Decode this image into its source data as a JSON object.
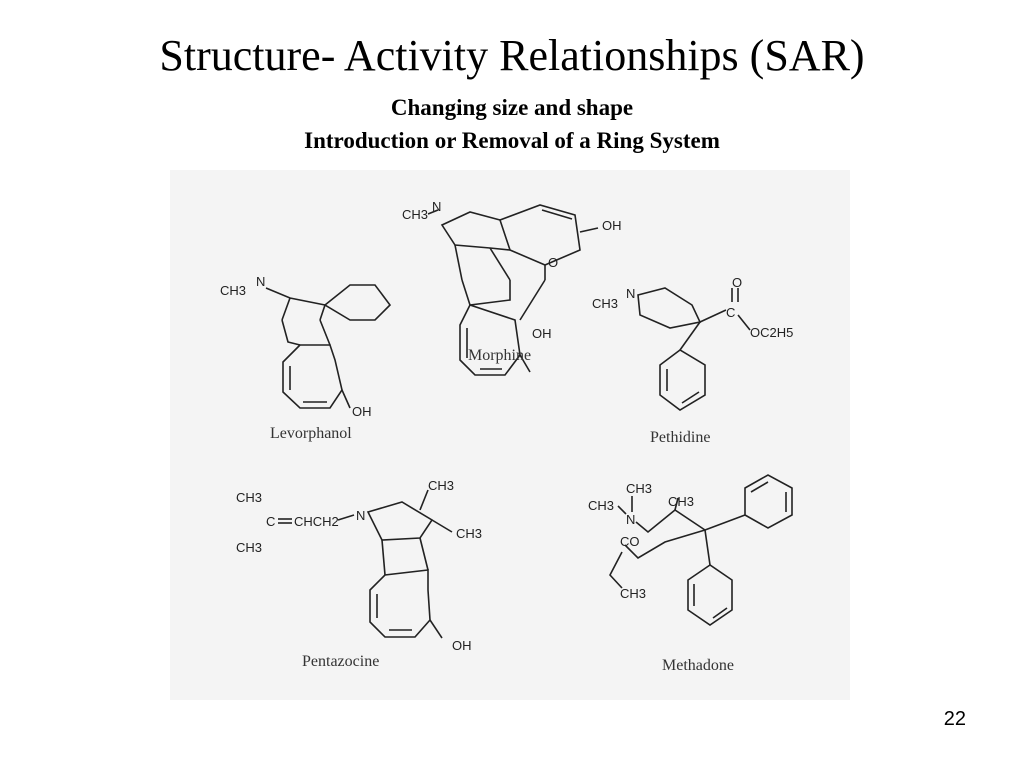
{
  "slide": {
    "title": "Structure- Activity Relationships (SAR)",
    "subtitle_1": "Changing size and shape",
    "subtitle_2": "Introduction or Removal of a Ring System",
    "page_number": "22"
  },
  "molecules": [
    {
      "name": "Morphine",
      "labels": {
        "nch3": "CH3",
        "n": "N",
        "oh_top": "OH",
        "o": "O",
        "oh_bottom": "OH"
      }
    },
    {
      "name": "Levorphanol",
      "labels": {
        "nch3": "CH3",
        "n": "N",
        "oh": "OH"
      }
    },
    {
      "name": "Pethidine",
      "labels": {
        "nch3": "CH3",
        "n": "N",
        "o": "O",
        "c": "C",
        "ester": "OC2H5"
      }
    },
    {
      "name": "Pentazocine",
      "labels": {
        "ch3_a": "CH3",
        "c": "C",
        "chain": "CHCH2",
        "ch3_b": "CH3",
        "n": "N",
        "ch3_c": "CH3",
        "ch3_d": "CH3",
        "oh": "OH"
      }
    },
    {
      "name": "Methadone",
      "labels": {
        "ch3_a": "CH3",
        "ch3_b": "CH3",
        "n": "N",
        "ch3_c": "CH3",
        "co": "CO",
        "ch3_d": "CH3"
      }
    }
  ]
}
